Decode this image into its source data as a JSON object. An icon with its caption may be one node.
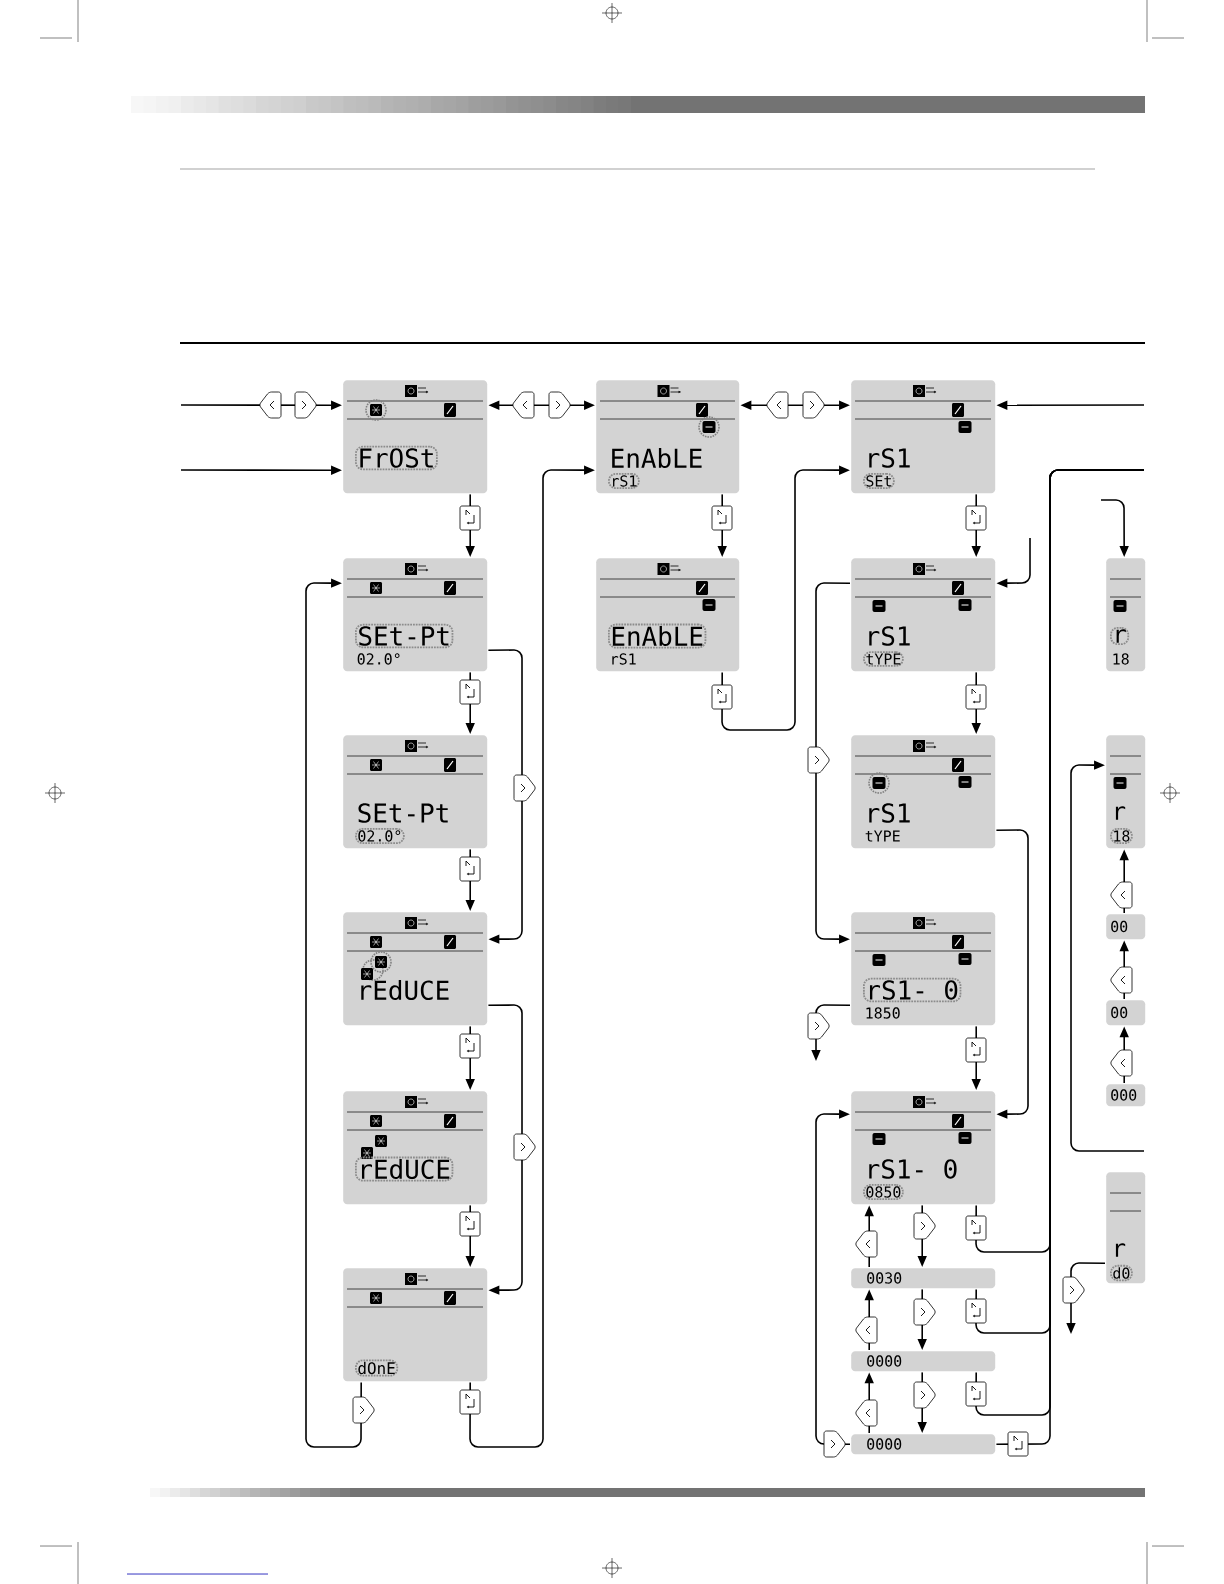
{
  "diagram": {
    "nodes": [
      {
        "text": [
          "FrOSt"
        ]
      },
      {
        "text": [
          "SEt-Pt",
          "02.0°"
        ]
      },
      {
        "text": [
          "SEt-Pt",
          "02.0°"
        ]
      },
      {
        "text": [
          "rEdUCE"
        ]
      },
      {
        "text": [
          "rEdUCE"
        ]
      },
      {
        "text": [
          "dOnE"
        ]
      },
      {
        "text": [
          "EnAbLE",
          "rS1"
        ]
      },
      {
        "text": [
          "EnAbLE",
          "rS1"
        ]
      },
      {
        "text": [
          "rS1",
          "SEt"
        ]
      },
      {
        "text": [
          "rS1",
          "tYPE"
        ]
      },
      {
        "text": [
          "rS1",
          "tYPE"
        ]
      },
      {
        "text": [
          "rS1- 0",
          "1850"
        ]
      },
      {
        "text": [
          "rS1- 0",
          "0850"
        ]
      },
      {
        "text": [
          "0030"
        ]
      },
      {
        "text": [
          "0000"
        ]
      },
      {
        "text": [
          "0000"
        ]
      },
      {
        "text": [
          "r",
          "18"
        ]
      },
      {
        "text": [
          "r",
          "18"
        ]
      },
      {
        "text": [
          "00"
        ]
      },
      {
        "text": [
          "00"
        ]
      },
      {
        "text": [
          "000"
        ]
      },
      {
        "text": [
          "r",
          "d0"
        ]
      }
    ],
    "edges": [
      {
        "from": null,
        "to": 0,
        "arrow": "to"
      },
      {
        "from": null,
        "to": 0,
        "arrow": "to"
      },
      {
        "from": 0,
        "to": 6,
        "arrow": "both"
      },
      {
        "from": 6,
        "to": 8,
        "arrow": "both"
      },
      {
        "from": null,
        "to": 8,
        "arrow": "to"
      },
      {
        "from": 0,
        "to": 1,
        "arrow": "to"
      },
      {
        "from": 1,
        "to": 2,
        "arrow": "to"
      },
      {
        "from": 1,
        "to": 3,
        "arrow": "to"
      },
      {
        "from": 2,
        "to": 3,
        "arrow": "to"
      },
      {
        "from": 3,
        "to": 4,
        "arrow": "to"
      },
      {
        "from": 3,
        "to": 5,
        "arrow": "to"
      },
      {
        "from": 4,
        "to": 5,
        "arrow": "to"
      },
      {
        "from": 5,
        "to": 1,
        "arrow": "to"
      },
      {
        "from": 5,
        "to": 6,
        "arrow": "to"
      },
      {
        "from": 6,
        "to": 7,
        "arrow": "to"
      },
      {
        "from": 7,
        "to": 8,
        "arrow": "to"
      },
      {
        "from": 8,
        "to": 9,
        "arrow": "to"
      },
      {
        "from": null,
        "to": 9,
        "arrow": "to"
      },
      {
        "from": 9,
        "to": 10,
        "arrow": "to"
      },
      {
        "from": 9,
        "to": 11,
        "arrow": "to"
      },
      {
        "from": 10,
        "to": 12,
        "arrow": "to"
      },
      {
        "from": 11,
        "to": null,
        "arrow": "to"
      },
      {
        "from": 11,
        "to": 12,
        "arrow": "to"
      },
      {
        "from": 12,
        "to": 13,
        "arrow": "to"
      },
      {
        "from": 13,
        "to": 12,
        "arrow": "to"
      },
      {
        "from": 13,
        "to": 14,
        "arrow": "to"
      },
      {
        "from": 14,
        "to": 13,
        "arrow": "to"
      },
      {
        "from": 14,
        "to": 15,
        "arrow": "to"
      },
      {
        "from": 15,
        "to": 14,
        "arrow": "to"
      },
      {
        "from": 15,
        "to": 12,
        "arrow": "to"
      },
      {
        "from": 12,
        "to": null,
        "arrow": "none"
      },
      {
        "from": 13,
        "to": null,
        "arrow": "none"
      },
      {
        "from": 14,
        "to": null,
        "arrow": "none"
      },
      {
        "from": 15,
        "to": null,
        "arrow": "none"
      },
      {
        "from": null,
        "to": 17,
        "arrow": "to"
      },
      {
        "from": null,
        "to": 16,
        "arrow": "to"
      },
      {
        "from": 18,
        "to": 17,
        "arrow": "to"
      },
      {
        "from": 19,
        "to": 18,
        "arrow": "to"
      },
      {
        "from": 20,
        "to": 19,
        "arrow": "to"
      },
      {
        "from": 21,
        "to": null,
        "arrow": "to"
      }
    ]
  }
}
